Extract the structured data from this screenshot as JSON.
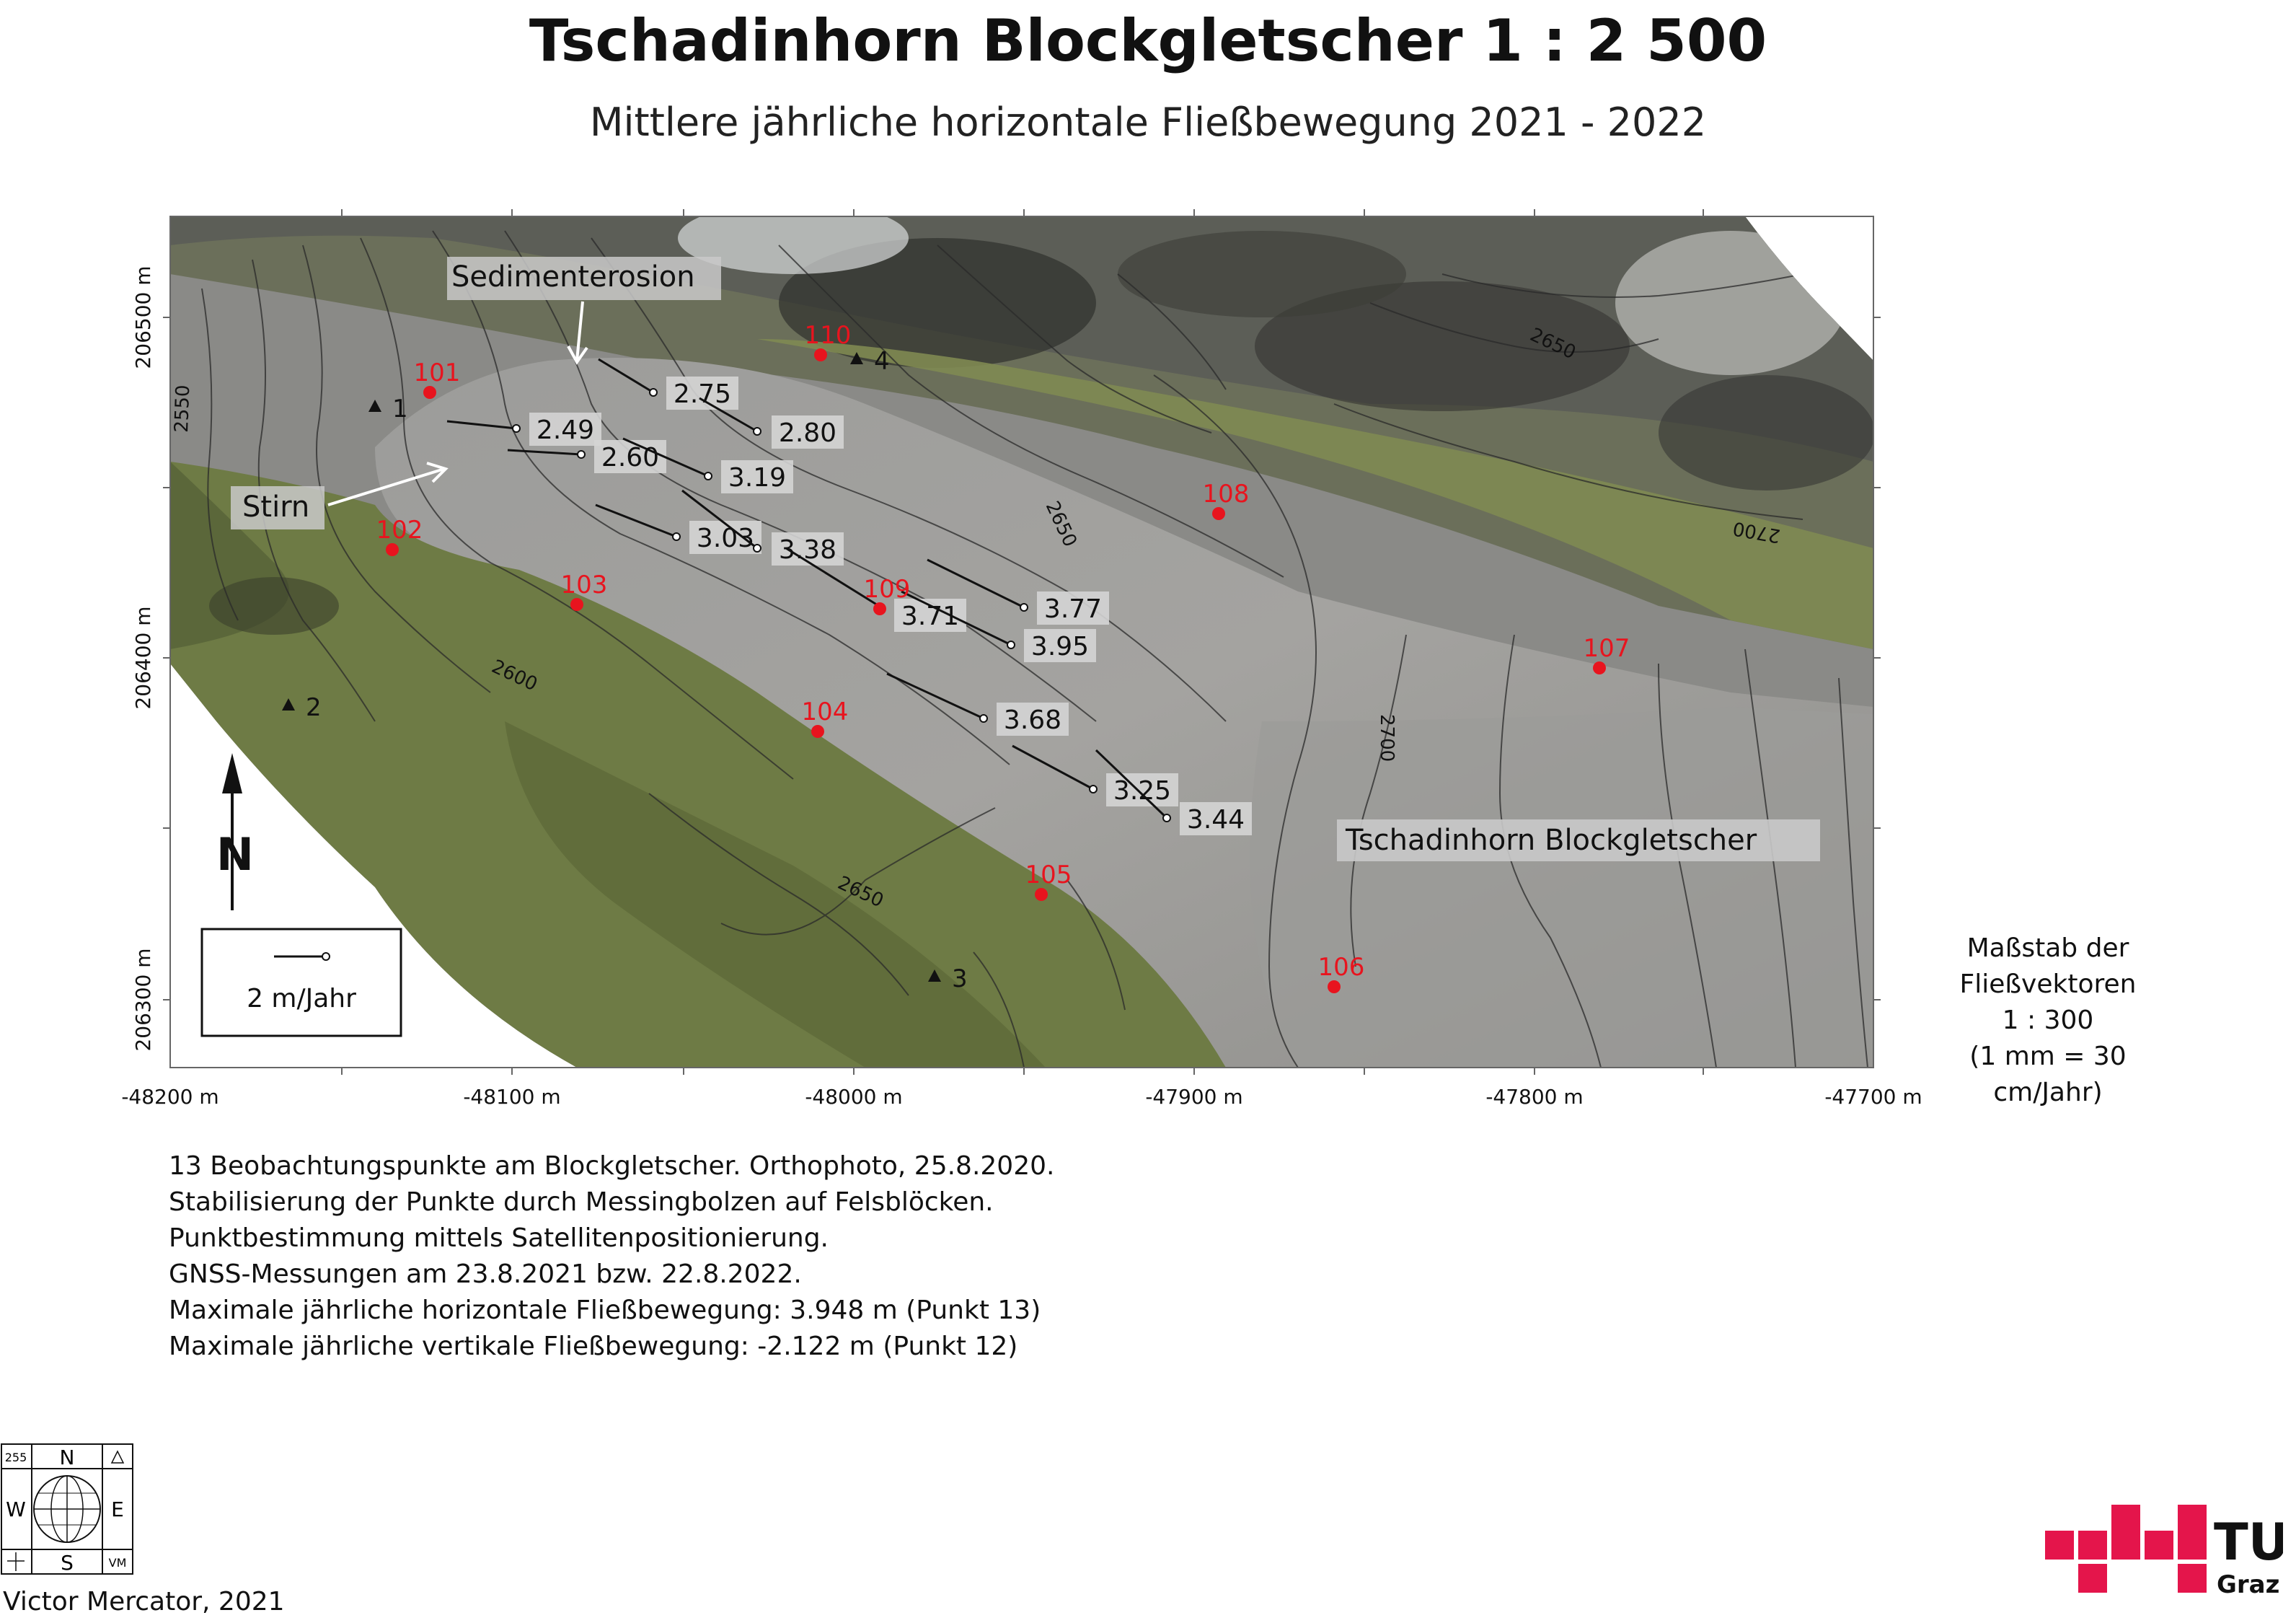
{
  "title": "Tschadinhorn Blockgletscher   1 : 2 500",
  "subtitle": "Mittlere jährliche horizontale Fließbewegung 2021 - 2022",
  "map": {
    "y_labels": [
      "206500 m",
      "206400 m",
      "206300 m"
    ],
    "x_labels": [
      "-48200 m",
      "-48100 m",
      "-48000 m",
      "-47900 m",
      "-47800 m",
      "-47700 m"
    ],
    "annotations": {
      "sedimenterosion": "Sedimenterosion",
      "stirn": "Stirn",
      "glacier_name": "Tschadinhorn Blockgletscher"
    },
    "contours": [
      "2550",
      "2600",
      "2650",
      "2650",
      "2650",
      "2650",
      "2700",
      "2700"
    ],
    "control_points": [
      {
        "label": "101"
      },
      {
        "label": "102"
      },
      {
        "label": "103"
      },
      {
        "label": "104"
      },
      {
        "label": "105"
      },
      {
        "label": "106"
      },
      {
        "label": "107"
      },
      {
        "label": "108"
      },
      {
        "label": "109"
      },
      {
        "label": "110"
      }
    ],
    "reference_points": [
      "1",
      "2",
      "3",
      "4"
    ],
    "velocity_vectors": [
      "2.75",
      "2.80",
      "2.49",
      "2.60",
      "3.19",
      "3.03",
      "3.38",
      "3.77",
      "3.71",
      "3.95",
      "3.68",
      "3.25",
      "3.44"
    ],
    "north_label": "N",
    "legend_label": "2 m/Jahr"
  },
  "scale_note": [
    "Maßstab der",
    "Fließvektoren",
    "1 : 300",
    "(1 mm = 30 cm/Jahr)"
  ],
  "info_lines": [
    "13 Beobachtungspunkte am Blockgletscher. Orthophoto, 25.8.2020.",
    "Stabilisierung der Punkte durch Messingbolzen auf Felsblöcken.",
    "Punktbestimmung mittels Satellitenpositionierung.",
    "GNSS-Messungen am 23.8.2021 bzw. 22.8.2022.",
    "Maximale jährliche horizontale Fließbewegung: 3.948 m (Punkt 13)",
    "Maximale jährliche vertikale Fließbewegung: -2.122 m (Punkt 12)"
  ],
  "credit": "Victor Mercator, 2021",
  "logo_left": {
    "n": "N",
    "s": "S",
    "w": "W",
    "e": "E",
    "num": "255",
    "vm": "VM"
  },
  "tu_logo": {
    "tu": "TU",
    "graz": "Graz"
  },
  "colors": {
    "point_red": "#e8141e",
    "tu_magenta": "#e4154b",
    "vector_line": "#111111"
  }
}
